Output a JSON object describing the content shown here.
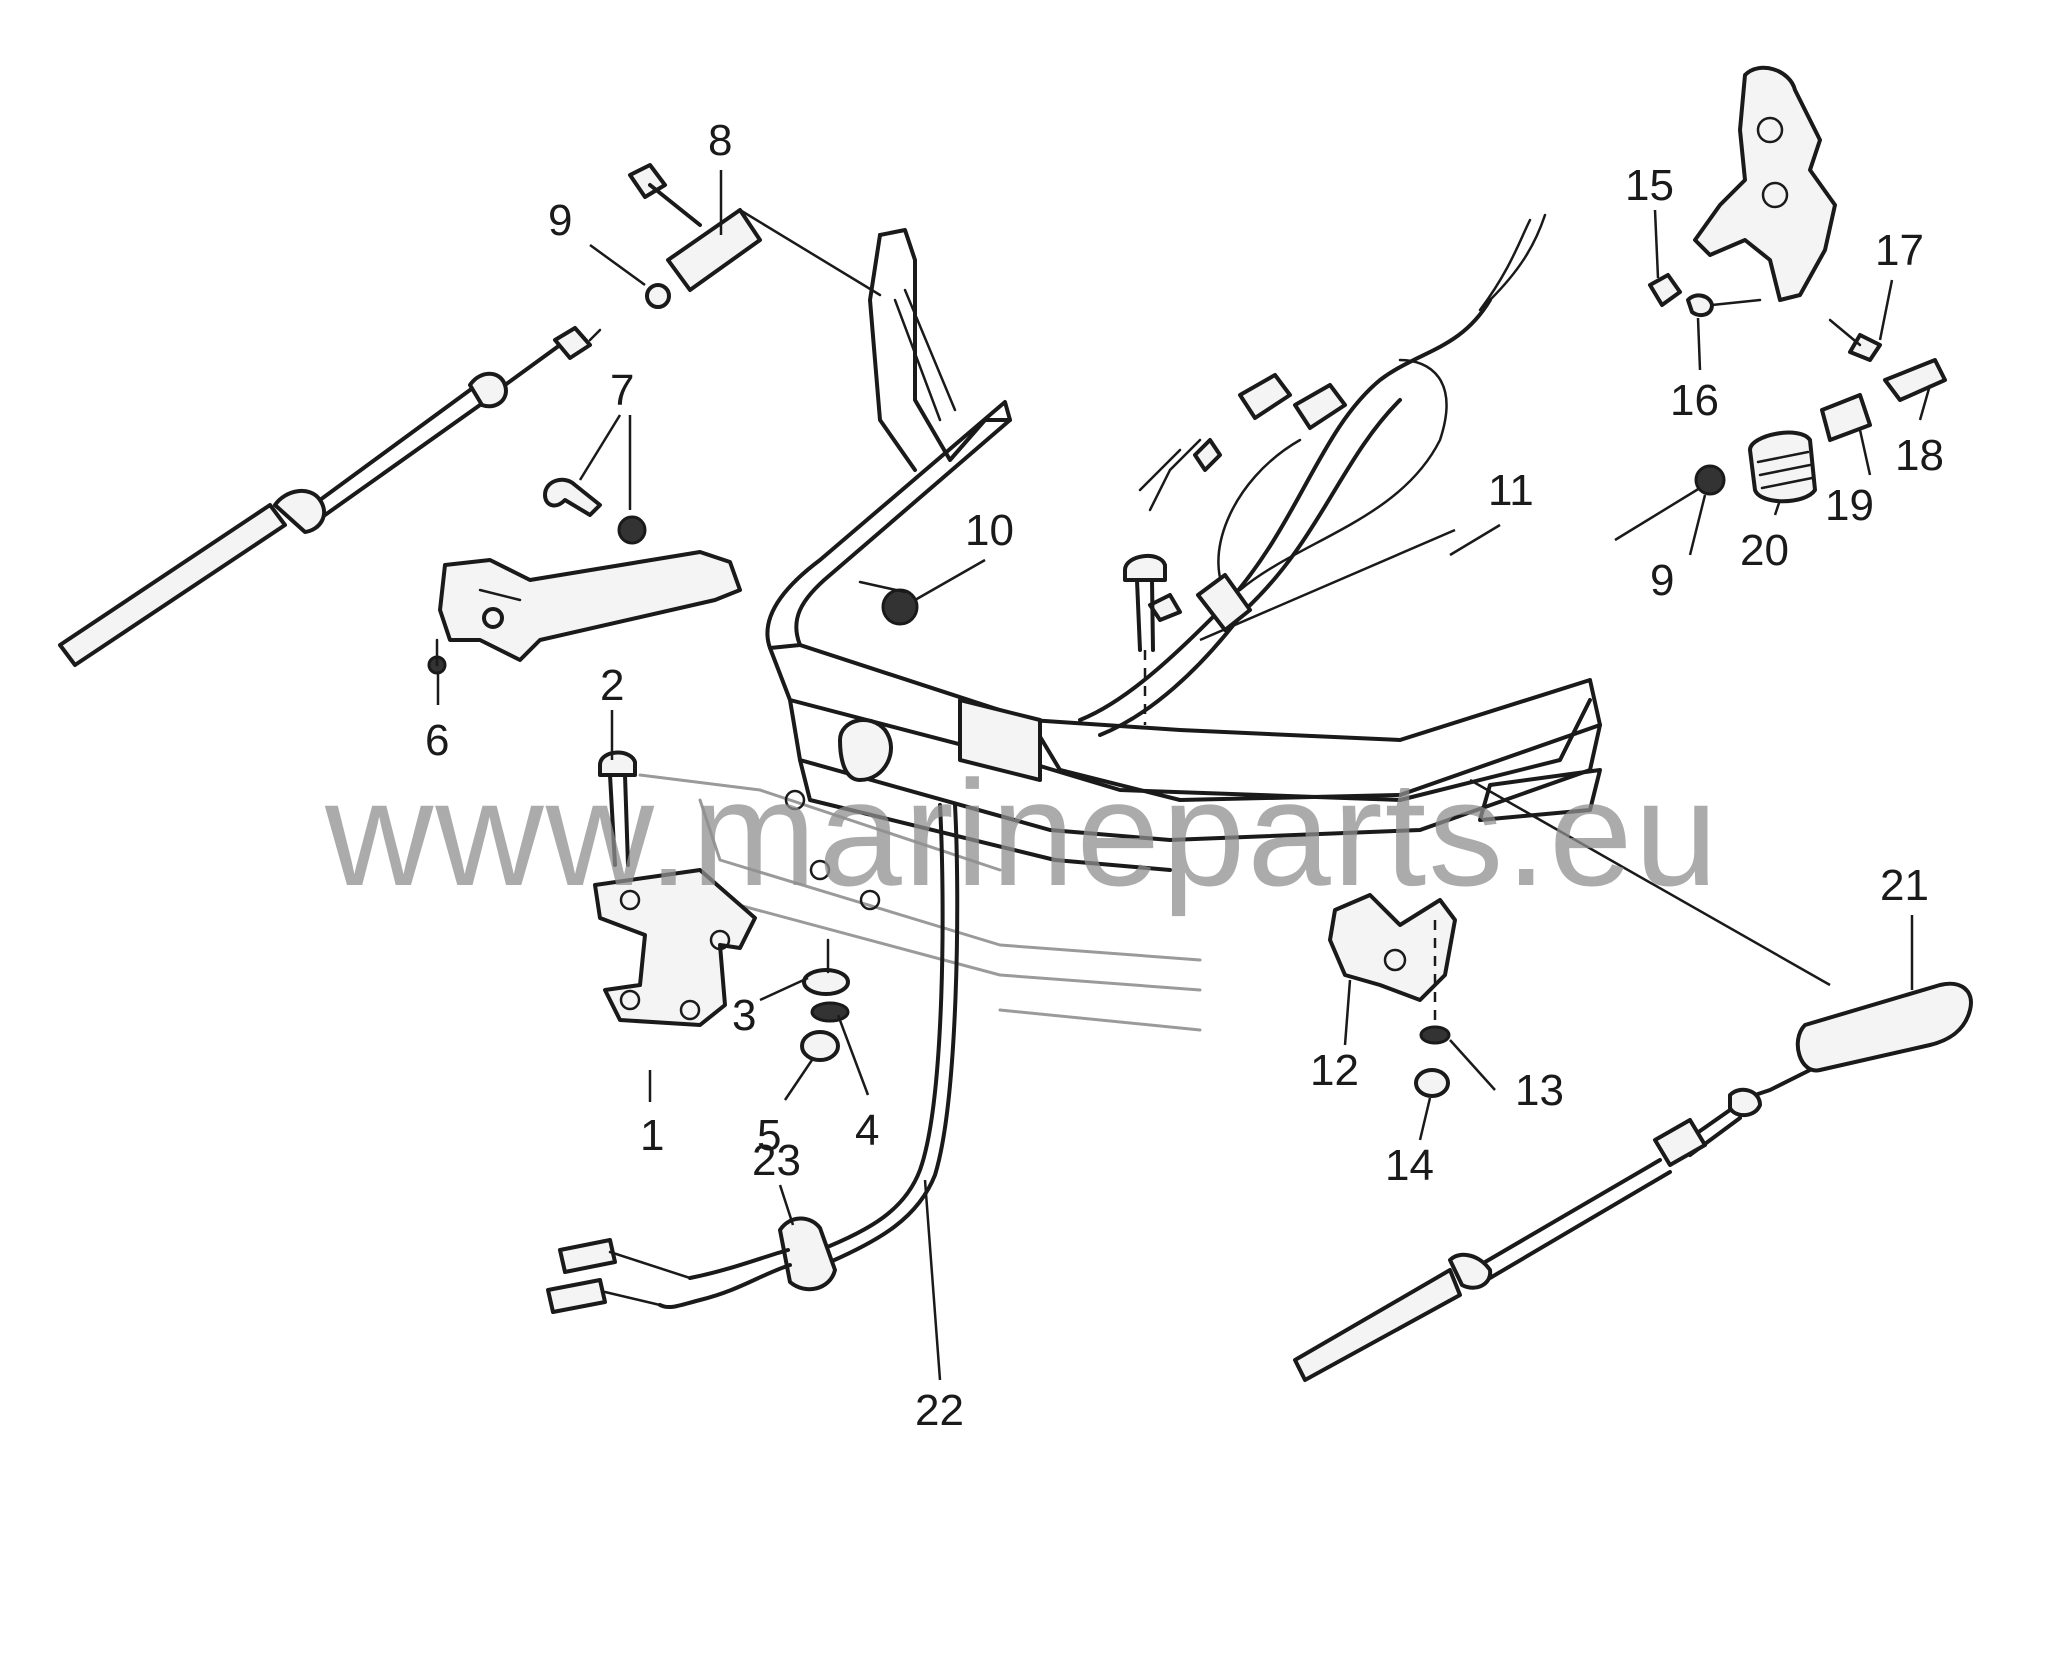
{
  "watermark": "www.marineparts.eu",
  "callouts": [
    "1",
    "2",
    "3",
    "4",
    "5",
    "6",
    "7",
    "8",
    "9",
    "10",
    "11",
    "12",
    "13",
    "14",
    "15",
    "16",
    "17",
    "18",
    "19",
    "20",
    "9",
    "21",
    "22",
    "23"
  ],
  "colors": {
    "ink": "#1a1a1a",
    "background": "#ffffff",
    "watermark": "#8f8f8f"
  }
}
